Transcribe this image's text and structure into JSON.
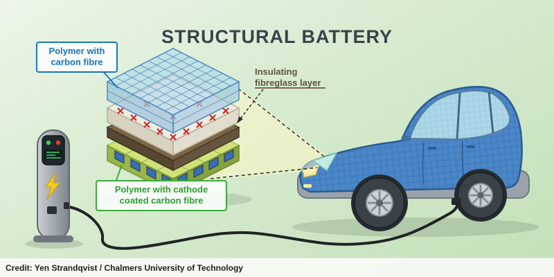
{
  "title": "STRUCTURAL BATTERY",
  "labels": {
    "polymer_carbon_fibre": "Polymer with\ncarbon fibre",
    "insulating_fibreglass": "Insulating\nfibreglass layer",
    "polymer_cathode": "Polymer with cathode\ncoated carbon fibre"
  },
  "credit": "Credit: Yen Strandqvist / Chalmers University of Technology",
  "colors": {
    "accent_blue": "#1b75bb",
    "accent_green": "#3aaa35",
    "accent_brown": "#5d5243",
    "car_body_blue": "#4a86c8",
    "cathode_layer_green": "#cfe37a",
    "fibreglass_layer_brown": "#7a6647",
    "separator_layer_white": "#efece2",
    "carbon_layer_blue": "#a9d6ef",
    "background_green": "#cfe7c8",
    "station_light_green": "#3ad35c",
    "station_light_red": "#e03c31",
    "bolt_yellow": "#f6c81d"
  }
}
